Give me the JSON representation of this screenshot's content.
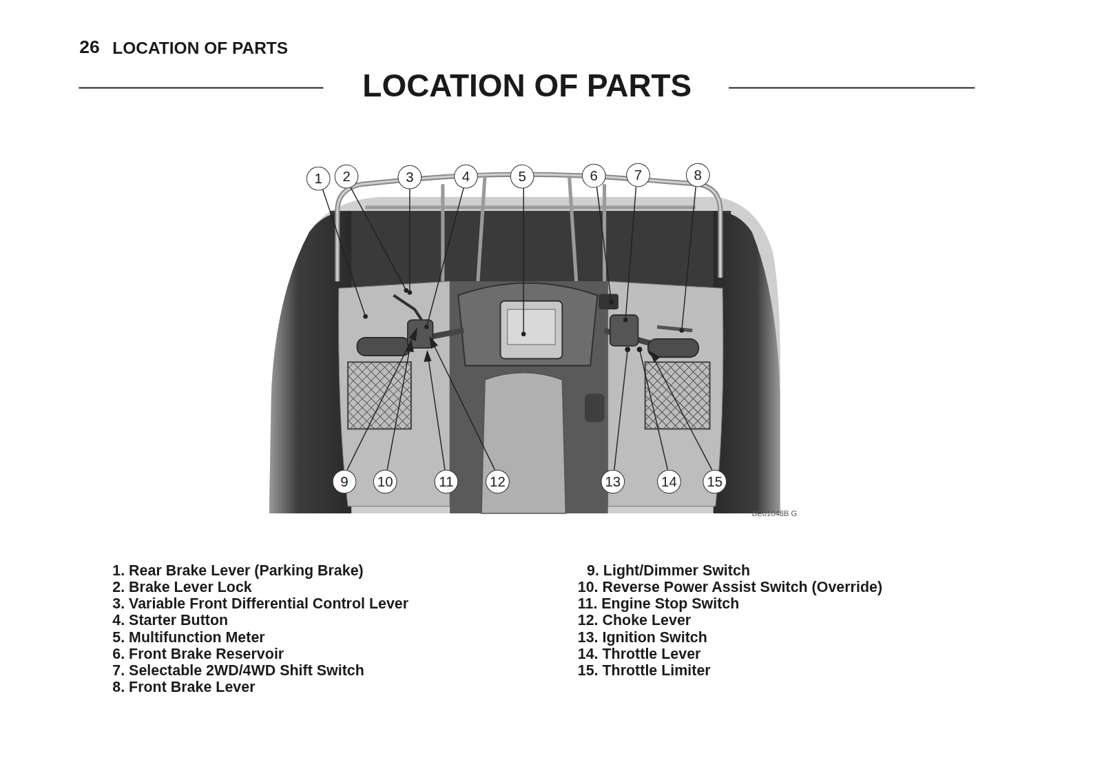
{
  "diagram": {
    "title": "LOCATION OF PARTS",
    "nodes": [
      {
        "text": [
          "1"
        ]
      },
      {
        "text": [
          "2"
        ]
      },
      {
        "text": [
          "3"
        ]
      },
      {
        "text": [
          "4"
        ]
      },
      {
        "text": [
          "5"
        ]
      },
      {
        "text": [
          "6"
        ]
      },
      {
        "text": [
          "7"
        ]
      },
      {
        "text": [
          "8"
        ]
      },
      {
        "text": [
          "9"
        ]
      },
      {
        "text": [
          "10"
        ]
      },
      {
        "text": [
          "11"
        ]
      },
      {
        "text": [
          "12"
        ]
      },
      {
        "text": [
          "13"
        ]
      },
      {
        "text": [
          "14"
        ]
      },
      {
        "text": [
          "15"
        ]
      }
    ],
    "labels": [
      "26",
      "LOCATION OF PARTS",
      "1. Rear Brake Lever (Parking Brake)",
      "2. Brake Lever Lock",
      "3. Variable Front Differential Control Lever",
      "4. Starter Button",
      "5. Multifunction Meter",
      "6. Front Brake Reservoir",
      "7. Selectable 2WD/4WD Shift Switch",
      "8. Front Brake Lever",
      "9. Light/Dimmer Switch",
      "10. Reverse Power Assist Switch (Override)",
      "11. Engine Stop Switch",
      "12. Choke Lever",
      "13. Ignition Switch",
      "14. Throttle Lever",
      "15. Throttle Limiter",
      "BE01048B G"
    ]
  }
}
